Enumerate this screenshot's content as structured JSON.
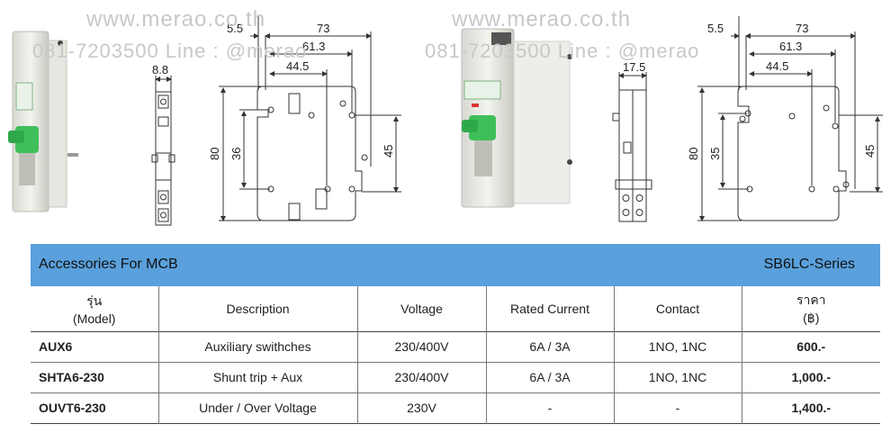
{
  "watermark": {
    "url_left": "www.merao.co.th",
    "contact_left": "081-7203500 Line : @merao",
    "url_right": "www.merao.co.th",
    "contact_right": "081-7203500 Line : @merao"
  },
  "drawing1": {
    "side_width": "8.8",
    "dim_5_5": "5.5",
    "dim_73": "73",
    "dim_61_3": "61.3",
    "dim_44_5": "44.5",
    "dim_80": "80",
    "dim_36": "36",
    "dim_45": "45"
  },
  "drawing2": {
    "side_width": "17.5",
    "dim_5_5": "5.5",
    "dim_73": "73",
    "dim_61_3": "61.3",
    "dim_44_5": "44.5",
    "dim_80": "80",
    "dim_35": "35",
    "dim_45": "45"
  },
  "banner": {
    "title": "Accessories  For  MCB",
    "series": "SB6LC-Series"
  },
  "table": {
    "headers": {
      "model_th": "รุ่น",
      "model_en": "(Model)",
      "description": "Description",
      "voltage": "Voltage",
      "rated_current": "Rated  Current",
      "contact": "Contact",
      "price_th": "ราคา",
      "price_unit": "(฿)"
    },
    "rows": [
      {
        "model": "AUX6",
        "description": "Auxiliary  swithches",
        "voltage": "230/400V",
        "current": "6A  /  3A",
        "contact": "1NO,  1NC",
        "price": "600.-"
      },
      {
        "model": "SHTA6-230",
        "description": "Shunt  trip  +  Aux",
        "voltage": "230/400V",
        "current": "6A  /  3A",
        "contact": "1NO,  1NC",
        "price": "1,000.-"
      },
      {
        "model": "OUVT6-230",
        "description": "Under  /  Over  Voltage",
        "voltage": "230V",
        "current": "-",
        "contact": "-",
        "price": "1,400.-"
      }
    ]
  }
}
